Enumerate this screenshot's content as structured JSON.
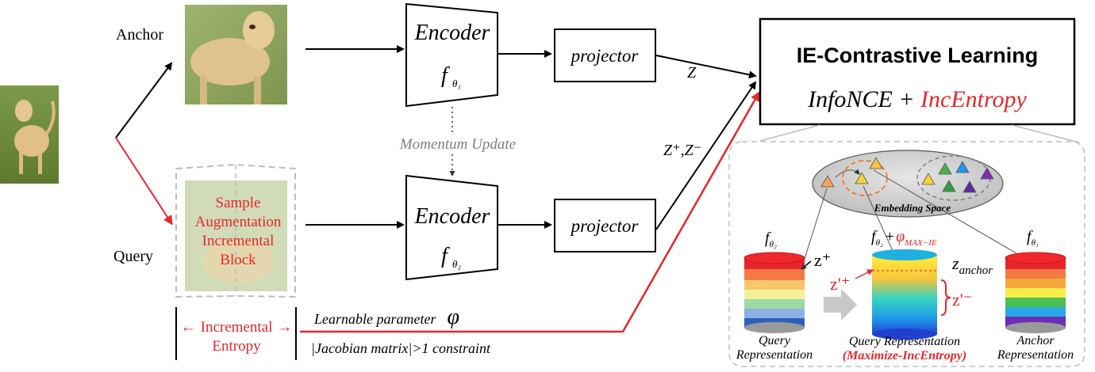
{
  "labels": {
    "anchor": "Anchor",
    "query": "Query",
    "momentum_update": "Momentum Update",
    "z": "Z",
    "z_pos_neg": "Z⁺,Z⁻"
  },
  "encoders": [
    {
      "title": "Encoder",
      "symbol": "f",
      "sub": "θ₁"
    },
    {
      "title": "Encoder",
      "symbol": "f",
      "sub": "θ₂"
    }
  ],
  "projectors": [
    "projector",
    "projector"
  ],
  "augmentation_block": [
    "Sample",
    "Augmentation",
    "Incremental",
    "Block"
  ],
  "ie_box": {
    "title": "IE-Contrastive Learning",
    "formula_black": "InfoNCE + ",
    "formula_red": "IncEntropy"
  },
  "incremental_entropy": {
    "arrow_left": "←",
    "line1": "Incremental",
    "arrow_right": "→",
    "line2": "Entropy"
  },
  "learnable": {
    "text": "Learnable parameter",
    "symbol": "φ"
  },
  "constraint": "|Jacobian matrix|>1 constraint",
  "inset": {
    "embedding_space": "Embedding Space",
    "f_theta2": "f",
    "f_theta2_sub": "θ₂",
    "f_theta2_plus": "+",
    "phi_sub": "MAX−IE",
    "f_theta1": "f",
    "f_theta1_sub": "θ₁",
    "z_plus": "z⁺",
    "z_anchor": "z",
    "z_anchor_sub": "anchor",
    "z_prime_plus": "z'⁺",
    "z_prime_minus": "z'⁻",
    "query_rep": [
      "Query",
      "Representation"
    ],
    "query_rep_mid": "Query Representation",
    "maximize": "(Maximize-IncEntropy)",
    "anchor_rep": [
      "Anchor",
      "Representation"
    ]
  },
  "colors": {
    "red": "#e8262b",
    "gray": "#7f7f7f",
    "grass": "#6e8a3a",
    "dog": "#d9b77a"
  }
}
